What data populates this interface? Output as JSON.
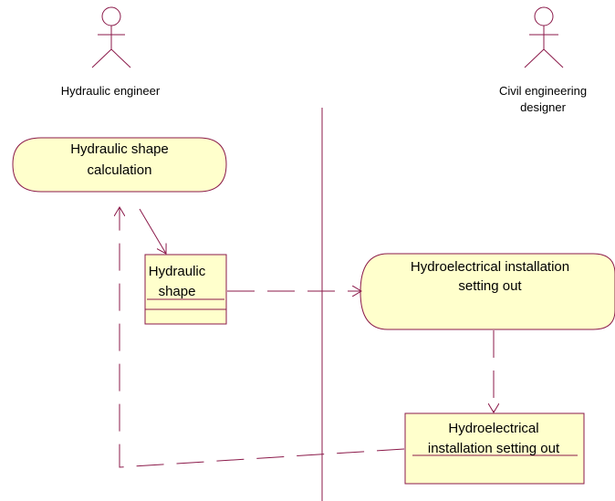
{
  "actors": {
    "left": {
      "label": "Hydraulic engineer"
    },
    "right": {
      "line1": "Civil engineering",
      "line2": "designer"
    }
  },
  "activities": {
    "hydraulic_calc": {
      "line1": "Hydraulic shape",
      "line2": "calculation"
    },
    "installation_setting_out": {
      "line1": "Hydroelectrical installation",
      "line2": "setting out"
    }
  },
  "objects": {
    "hydraulic_shape": {
      "line1": "Hydraulic",
      "line2": "shape"
    },
    "installation_object": {
      "line1": "Hydroelectrical",
      "line2": "installation setting out"
    }
  },
  "colors": {
    "stroke": "#8b1a4a",
    "fill": "#ffffcc"
  }
}
